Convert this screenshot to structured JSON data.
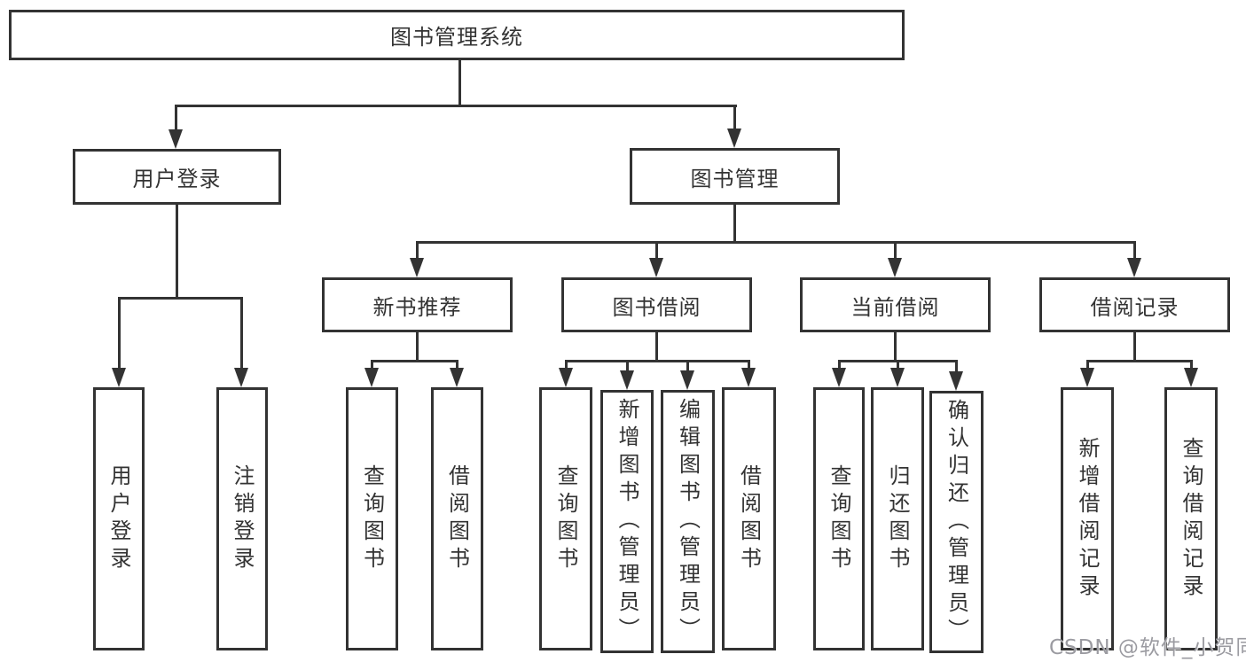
{
  "tree": {
    "label": "图书管理系统",
    "children": [
      {
        "label": "用户登录",
        "children": [
          {
            "label": "用户登录"
          },
          {
            "label": "注销登录"
          }
        ]
      },
      {
        "label": "图书管理",
        "children": [
          {
            "label": "新书推荐",
            "children": [
              {
                "label": "查询图书"
              },
              {
                "label": "借阅图书"
              }
            ]
          },
          {
            "label": "图书借阅",
            "children": [
              {
                "label": "查询图书"
              },
              {
                "label": "新增图书（管理员）"
              },
              {
                "label": "编辑图书（管理员）"
              },
              {
                "label": "借阅图书"
              }
            ]
          },
          {
            "label": "当前借阅",
            "children": [
              {
                "label": "查询图书"
              },
              {
                "label": "归还图书"
              },
              {
                "label": "确认归还（管理员）"
              }
            ]
          },
          {
            "label": "借阅记录",
            "children": [
              {
                "label": "新增借阅记录"
              },
              {
                "label": "查询借阅记录"
              }
            ]
          }
        ]
      }
    ]
  },
  "watermark": "CSDN @软件_小贺同学",
  "colors": {
    "line": "#333333",
    "text": "#333333",
    "watermark": "#9b9ba1",
    "background": "#ffffff"
  }
}
